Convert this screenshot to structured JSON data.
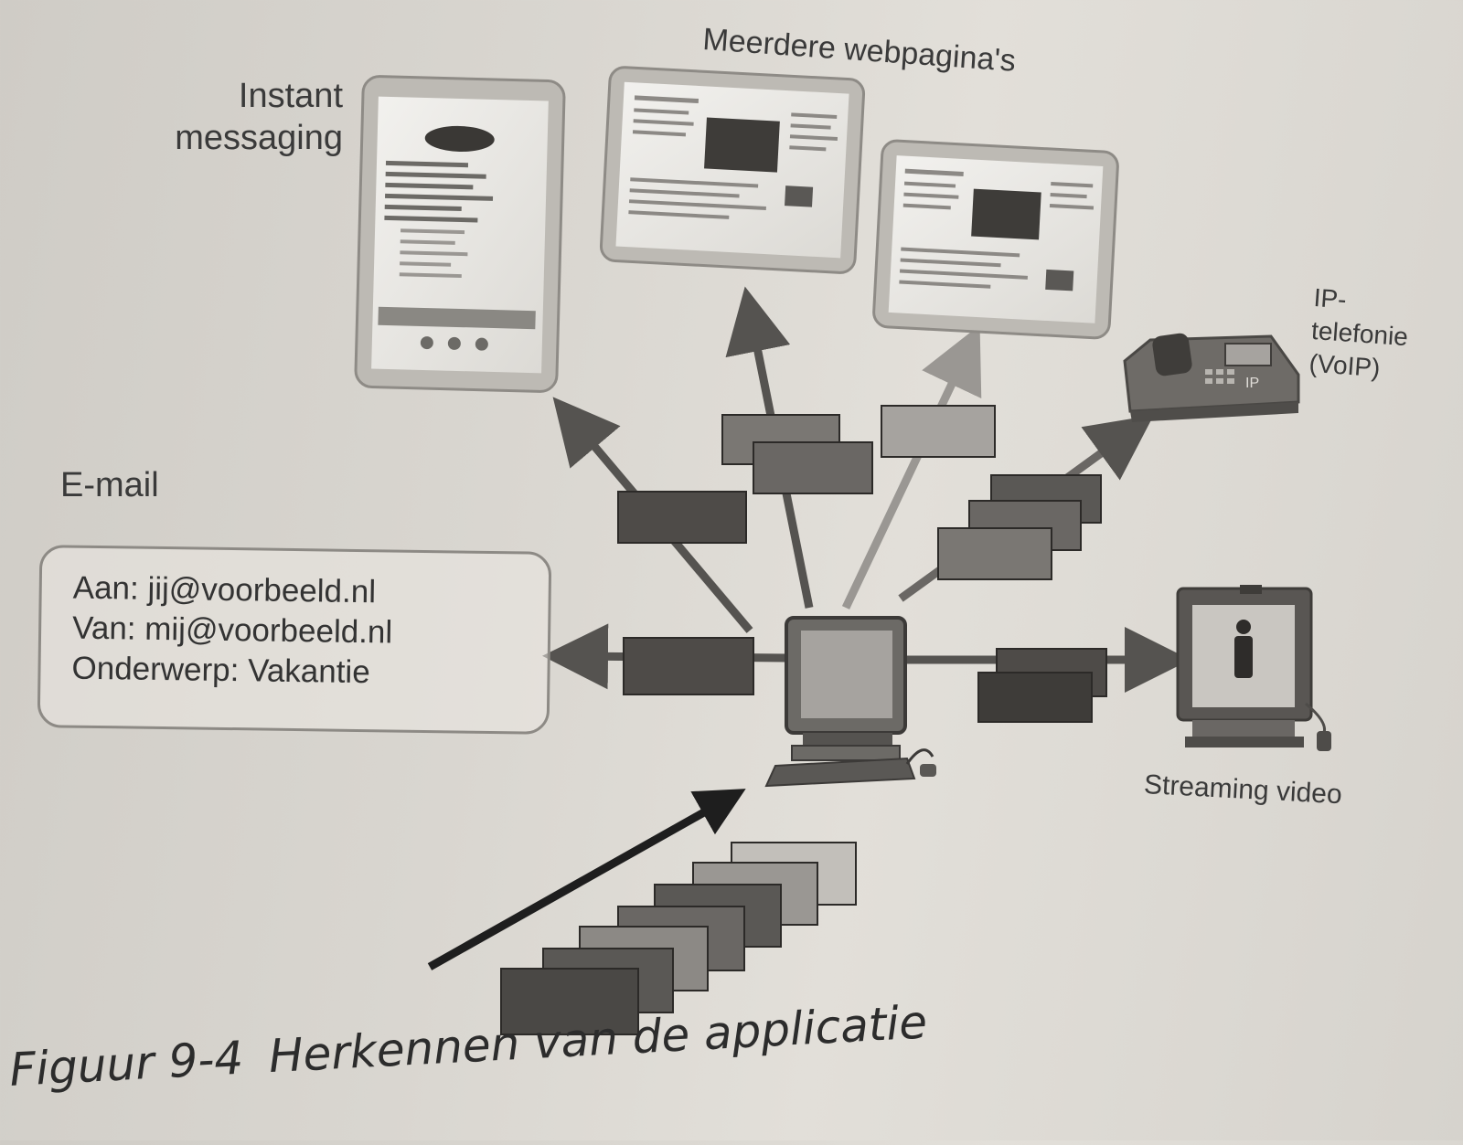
{
  "labels": {
    "instant_messaging": "Instant messaging",
    "instant_messaging_line1": "Instant",
    "instant_messaging_line2": "messaging",
    "web_pages": "Meerdere webpagina's",
    "ip_telephony_line1": "IP-",
    "ip_telephony_line2": "telefonie",
    "ip_telephony_line3": "(VoIP)",
    "email": "E-mail",
    "streaming_video": "Streaming video"
  },
  "email_box": {
    "to": "Aan: jij@voorbeeld.nl",
    "from": "Van: mij@voorbeeld.nl",
    "subject": "Onderwerp: Vakantie"
  },
  "caption": {
    "number": "Figuur 9-4",
    "title": "Herkennen van de applicatie"
  },
  "phone_badge": "IP",
  "colors": {
    "dark_segment": "#4e4b48",
    "mid_segment": "#7a7773",
    "light_segment": "#a6a39f",
    "arrow_dark": "#555350",
    "arrow_light": "#9a9793",
    "frame": "#bdbab4"
  }
}
